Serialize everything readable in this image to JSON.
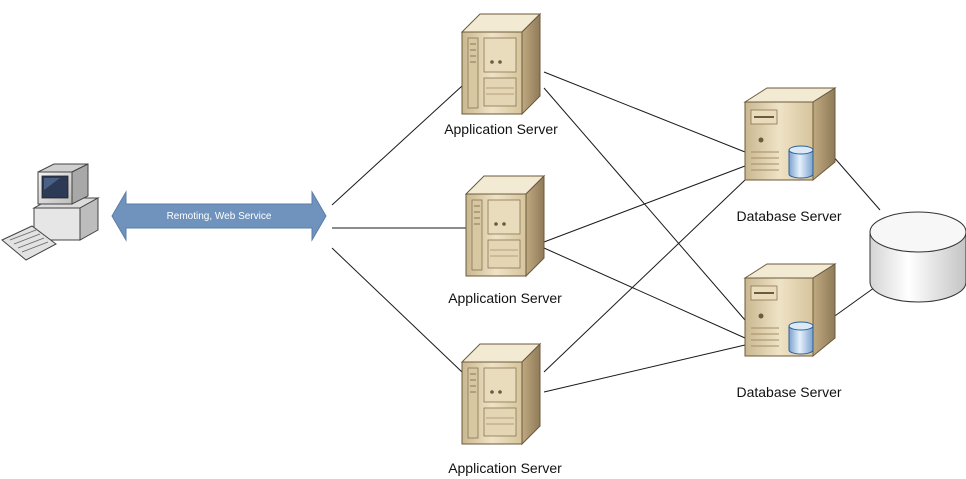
{
  "client": {
    "icon": "workstation-icon"
  },
  "connection": {
    "label": "Remoting, Web Service",
    "color": "#6f93bd"
  },
  "app_servers": [
    {
      "label": "Application Server",
      "icon": "tower-server-icon"
    },
    {
      "label": "Application Server",
      "icon": "tower-server-icon"
    },
    {
      "label": "Application Server",
      "icon": "tower-server-icon"
    }
  ],
  "db_servers": [
    {
      "label": "Database Server",
      "icon": "database-server-icon"
    },
    {
      "label": "Database Server",
      "icon": "database-server-icon"
    }
  ],
  "storage": {
    "icon": "storage-disk-icon"
  },
  "colors": {
    "server_body": "#e6d8b8",
    "server_shade": "#b8a47e",
    "db_cylinder": "#cfe0f2"
  }
}
